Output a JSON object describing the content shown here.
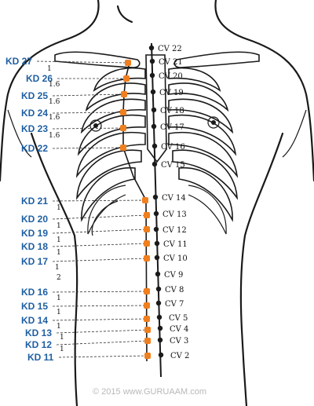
{
  "kd_points": [
    "KD 27",
    "KD 26",
    "KD 25",
    "KD 24",
    "KD 23",
    "KD 22",
    "KD 21",
    "KD 20",
    "KD 19",
    "KD 18",
    "KD 17",
    "KD 16",
    "KD 15",
    "KD 14",
    "KD 13",
    "KD 12",
    "KD 11"
  ],
  "cv_points": [
    "CV 22",
    "CV 21",
    "CV 20",
    "CV 19",
    "CV 18",
    "CV 17",
    "CV 16",
    "CV 15",
    "CV 14",
    "CV 13",
    "CV 12",
    "CV 11",
    "CV 10",
    "CV 9",
    "CV 8",
    "CV 7",
    "CV 5",
    "CV 4",
    "CV 3",
    "CV 2"
  ],
  "distance_labels": [
    "1",
    "1.6",
    "1.6",
    "1.6",
    "1.6",
    "1",
    "1",
    "1",
    "1",
    "1",
    "2",
    "1",
    "1",
    "1",
    "1",
    "1"
  ],
  "copyright": "© 2015 www.GURUAAM.com",
  "colors": {
    "kd_label": "#1f5fa3",
    "kd_point": "#f07f1f",
    "cv_point": "#1a1a1a",
    "outline": "#1a1a1a"
  }
}
